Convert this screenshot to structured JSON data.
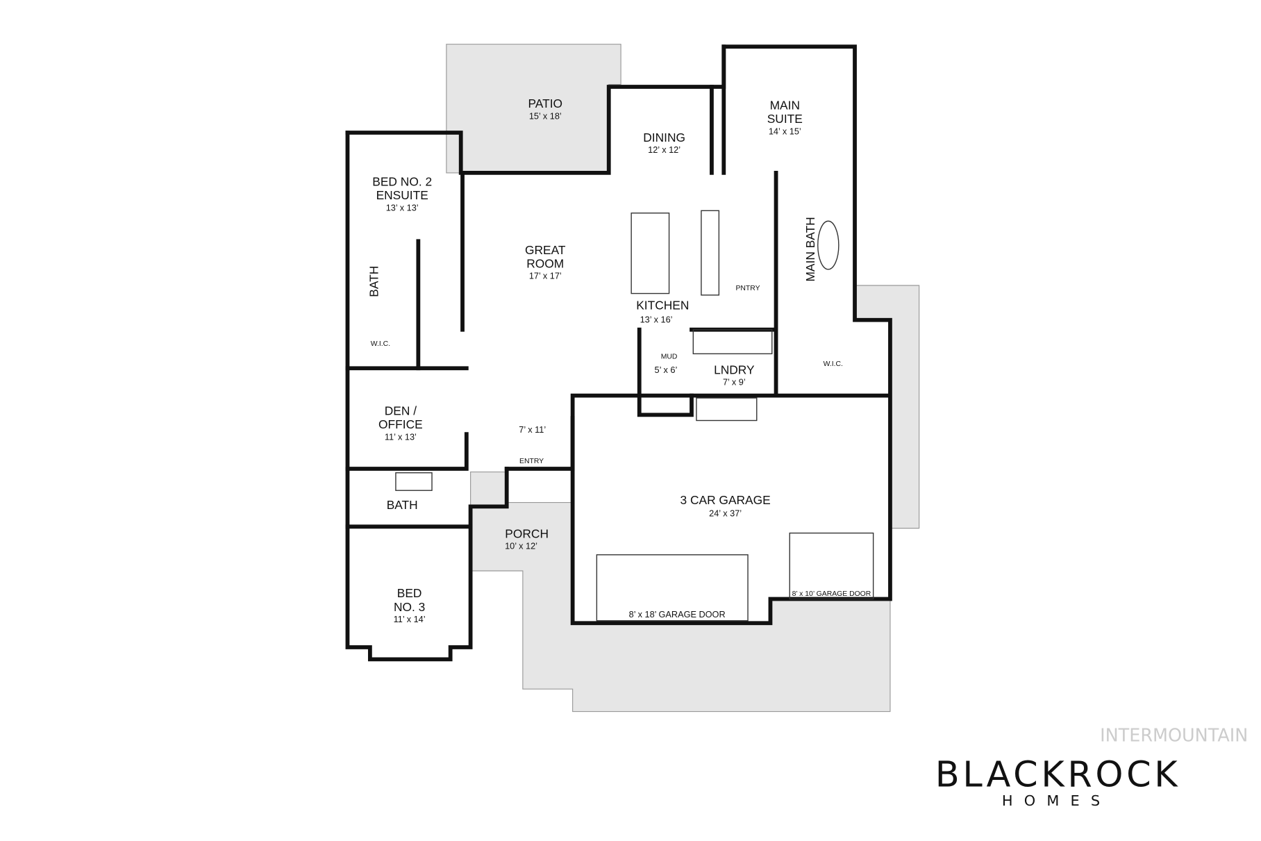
{
  "rooms": {
    "patio": {
      "name": "PATIO",
      "dims": "15’ x 18’"
    },
    "dining": {
      "name": "DINING",
      "dims": "12’ x 12’"
    },
    "main_suite": {
      "name1": "MAIN",
      "name2": "SUITE",
      "dims": "14’ x 15’"
    },
    "bed2": {
      "name1": "BED NO. 2",
      "name2": "ENSUITE",
      "dims": "13’ x 13’"
    },
    "great_room": {
      "name1": "GREAT",
      "name2": "ROOM",
      "dims": "17’ x 17’"
    },
    "main_bath": {
      "name": "MAIN BATH"
    },
    "bath_upper": {
      "name": "BATH"
    },
    "pantry": {
      "name": "PNTRY"
    },
    "kitchen": {
      "name": "KITCHEN",
      "dims": "13’ x 16’"
    },
    "wic_left": {
      "name": "W.I.C."
    },
    "wic_right": {
      "name": "W.I.C."
    },
    "mud": {
      "name": "MUD",
      "dims": "5’ x 6’"
    },
    "laundry": {
      "name": "LNDRY",
      "dims": "7’ x 9’"
    },
    "den": {
      "name1": "DEN /",
      "name2": "OFFICE",
      "dims": "11’ x 13’"
    },
    "foyer": {
      "dims": "7’ x 11’"
    },
    "entry": {
      "name": "ENTRY"
    },
    "bath_lower": {
      "name": "BATH"
    },
    "garage": {
      "name": "3 CAR GARAGE",
      "dims": "24’ x 37’"
    },
    "porch": {
      "name": "PORCH",
      "dims": "10’ x 12’"
    },
    "bed3": {
      "name1": "BED",
      "name2": "NO. 3",
      "dims": "11’ x 14’"
    }
  },
  "garage_doors": {
    "large": "8’ x 18’ GARAGE DOOR",
    "small": "8’ x 10’ GARAGE DOOR"
  },
  "logo": {
    "brand": "BLACKROCK",
    "sub": "HOMES",
    "watermark": "INTERMOUNTAIN"
  }
}
